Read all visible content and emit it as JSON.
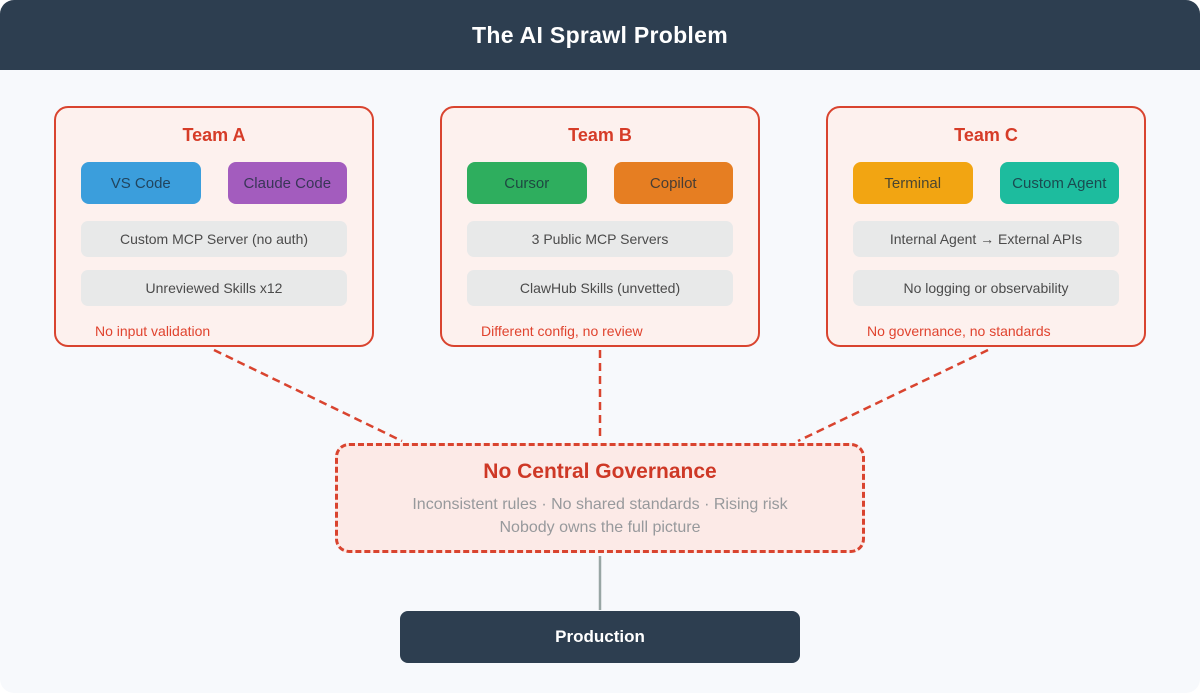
{
  "header": {
    "title": "The AI Sprawl Problem"
  },
  "teams": [
    {
      "name": "Team A",
      "badges": [
        {
          "label": "VS Code",
          "color": "#3b9edc"
        },
        {
          "label": "Claude Code",
          "color": "#a35cbe"
        }
      ],
      "items": [
        "Custom MCP Server (no auth)",
        "Unreviewed Skills x12"
      ],
      "note": "No input validation"
    },
    {
      "name": "Team B",
      "badges": [
        {
          "label": "Cursor",
          "color": "#2eae5e"
        },
        {
          "label": "Copilot",
          "color": "#e67e22"
        }
      ],
      "items": [
        "3 Public MCP Servers",
        "ClawHub Skills (unvetted)"
      ],
      "note": "Different config, no review"
    },
    {
      "name": "Team C",
      "badges": [
        {
          "label": "Terminal",
          "color": "#f2a512"
        },
        {
          "label": "Custom Agent",
          "color": "#1dbc9e"
        }
      ],
      "items": [
        "Internal Agent → External APIs",
        "No logging or observability"
      ],
      "note": "No governance, no standards"
    }
  ],
  "governance": {
    "title": "No Central Governance",
    "line1": "Inconsistent rules · No shared standards · Rising risk",
    "line2": "Nobody owns the full picture"
  },
  "production": {
    "label": "Production"
  },
  "colors": {
    "header_navy": "#2d3e50",
    "page_background": "#f7f9fc",
    "card_background": "#fdf1ee",
    "card_border_red": "#d9442f",
    "team_title_red": "#d63c28",
    "note_red": "#e0432e",
    "item_gray": "#e8e9e9",
    "governance_background": "#fceae7",
    "governance_title_red": "#ce3826",
    "governance_sub_gray": "#97999c",
    "production_navy": "#2d3e50",
    "production_line_gray": "#98a6a4"
  }
}
